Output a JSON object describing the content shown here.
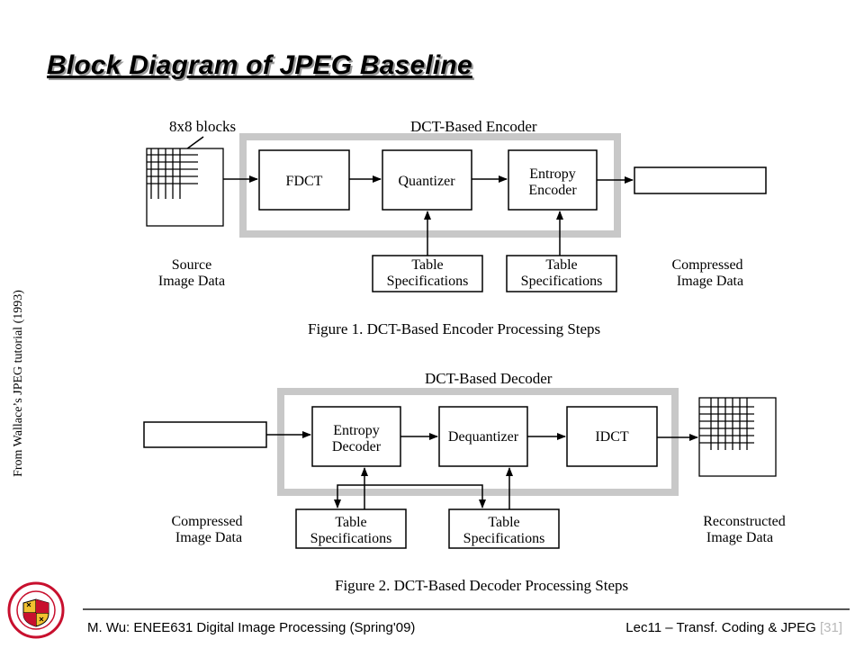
{
  "slide": {
    "title": "Block Diagram of JPEG Baseline",
    "side_credit": "From Wallace’s JPEG tutorial (1993)"
  },
  "encoder": {
    "group_label": "DCT-Based Encoder",
    "blocks_label": "8x8 blocks",
    "fdct": "FDCT",
    "quantizer": "Quantizer",
    "entropy_line1": "Entropy",
    "entropy_line2": "Encoder",
    "table1_line1": "Table",
    "table1_line2": "Specifications",
    "table2_line1": "Table",
    "table2_line2": "Specifications",
    "source_line1": "Source",
    "source_line2": "Image Data",
    "compressed_line1": "Compressed",
    "compressed_line2": "Image Data",
    "caption": "Figure 1.  DCT-Based Encoder Processing Steps"
  },
  "decoder": {
    "group_label": "DCT-Based Decoder",
    "entropy_line1": "Entropy",
    "entropy_line2": "Decoder",
    "dequantizer": "Dequantizer",
    "idct": "IDCT",
    "table1_line1": "Table",
    "table1_line2": "Specifications",
    "table2_line1": "Table",
    "table2_line2": "Specifications",
    "compressed_line1": "Compressed",
    "compressed_line2": "Image Data",
    "reconstructed_line1": "Reconstructed",
    "reconstructed_line2": "Image Data",
    "caption": "Figure 2.  DCT-Based Decoder Processing Steps"
  },
  "footer": {
    "left": "M. Wu: ENEE631 Digital Image Processing (Spring'09)",
    "right": "Lec11 – Transf. Coding & JPEG",
    "page": "[31]"
  },
  "colors": {
    "group_frame": "#c8c8c8",
    "logo_red": "#c8102e",
    "logo_gold": "#f2c230"
  }
}
